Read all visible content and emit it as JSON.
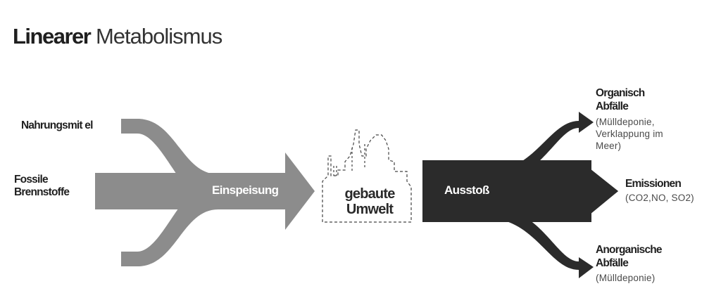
{
  "title": {
    "bold": "Linearer",
    "light": "Metabolismus"
  },
  "inputs": {
    "food": "Nahrungsmit el",
    "fuels_line1": "Fossile",
    "fuels_line2": "Brennstoffe"
  },
  "flows": {
    "intake": "Einspeisung",
    "output": "Ausstoß"
  },
  "center": {
    "line1": "gebaute",
    "line2": "Umwelt"
  },
  "outputs": {
    "organic": {
      "title_line1": "Organisch",
      "title_line2": "Abfälle",
      "detail_line1": "(Mülldeponie,",
      "detail_line2": "Verklappung im",
      "detail_line3": "Meer)"
    },
    "emissions": {
      "title": "Emissionen",
      "detail": "(CO2,NO, SO2)"
    },
    "inorganic": {
      "title_line1": "Anorganische",
      "title_line2": "Abfälle",
      "detail": "(Mülldeponie)"
    }
  },
  "colors": {
    "input_flow": "#8c8c8c",
    "output_flow": "#2b2b2b",
    "text": "#1f1f1f"
  }
}
